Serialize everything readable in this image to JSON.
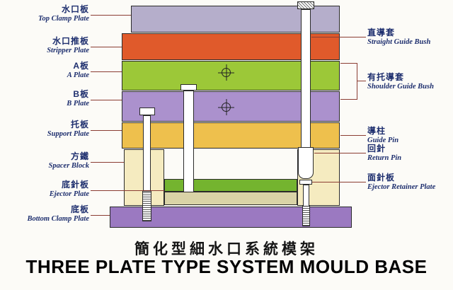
{
  "diagram_title": {
    "zh": "簡化型細水口系統模架",
    "en": "THREE PLATE TYPE SYSTEM MOULD BASE"
  },
  "left_labels": [
    {
      "zh": "水口板",
      "en": "Top Clamp Plate"
    },
    {
      "zh": "水口推板",
      "en": "Stripper Plate"
    },
    {
      "zh": "A板",
      "en": "A Plate"
    },
    {
      "zh": "B板",
      "en": "B Plate"
    },
    {
      "zh": "托板",
      "en": "Support Plate"
    },
    {
      "zh": "方鐵",
      "en": "Spacer Block"
    },
    {
      "zh": "底針板",
      "en": "Ejector Plate"
    },
    {
      "zh": "底板",
      "en": "Bottom Clamp Plate"
    }
  ],
  "right_labels": [
    {
      "zh": "直導套",
      "en": "Straight Guide Bush"
    },
    {
      "zh": "有托導套",
      "en": "Shoulder Guide Bush"
    },
    {
      "zh": "導柱",
      "en": "Guide Pin"
    },
    {
      "zh": "回針",
      "en": "Return Pin"
    },
    {
      "zh": "面針板",
      "en": "Ejector Retainer Plate"
    }
  ],
  "colors": {
    "top_clamp_plate": "#b5aecb",
    "stripper_plate": "#e05a2b",
    "a_plate": "#9cc838",
    "b_plate": "#ab91cd",
    "support_plate": "#eec04d",
    "spacer_block": "#f5ebc0",
    "ejector_retainer_plate": "#74b42f",
    "ejector_plate": "#d9d3a7",
    "bottom_clamp_plate": "#9b79c1",
    "label_text": "#1d2e6e",
    "leader_line": "#8b3d33",
    "outline": "#2b2b2b"
  }
}
